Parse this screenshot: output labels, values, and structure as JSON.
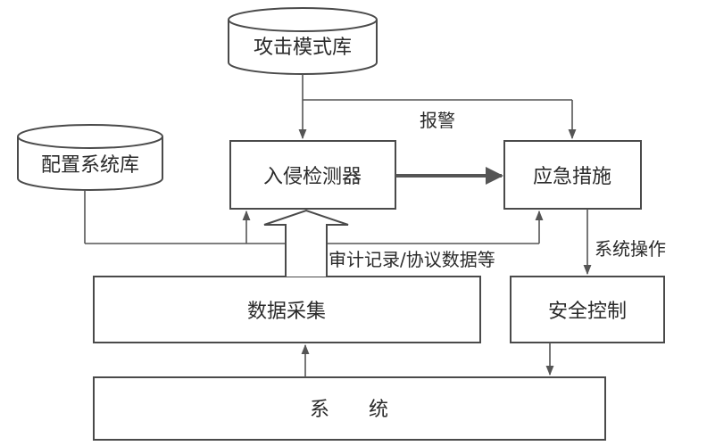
{
  "nodes": {
    "attack_db": "攻击模式库",
    "config_db": "配置系统库",
    "detector": "入侵检测器",
    "emergency": "应急措施",
    "data_collect": "数据采集",
    "security_control": "安全控制",
    "system": "系　　统"
  },
  "labels": {
    "alarm": "报警",
    "audit": "审计记录/协议数据等",
    "system_op": "系统操作"
  }
}
